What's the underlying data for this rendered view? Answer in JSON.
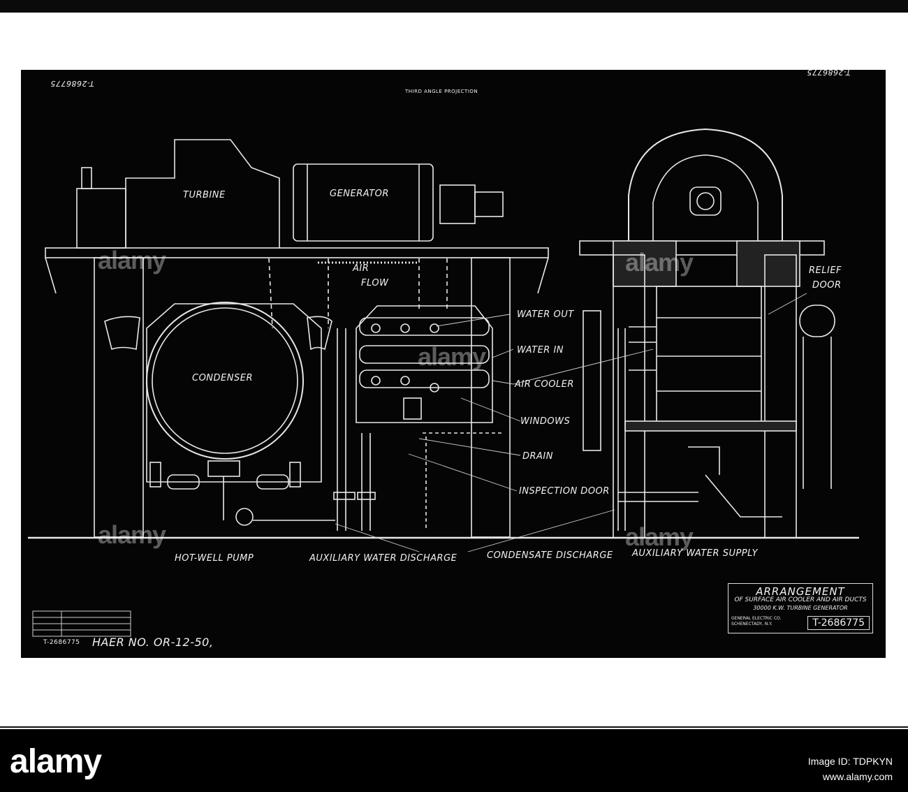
{
  "drawing": {
    "projection_note": "THIRD ANGLE PROJECTION",
    "corner_number_left": "T-2686775",
    "corner_number_right": "T-2686775",
    "bottom_ref": "T-2686775",
    "haer_no": "HAER NO. OR-12-50,",
    "labels": {
      "turbine": "TURBINE",
      "generator": "GENERATOR",
      "air_flow_1": "AIR",
      "air_flow_2": "FLOW",
      "condenser": "CONDENSER",
      "water_out": "WATER OUT",
      "water_in": "WATER IN",
      "air_cooler": "AIR COOLER",
      "windows": "WINDOWS",
      "drain": "DRAIN",
      "inspection_door": "INSPECTION DOOR",
      "relief_1": "RELIEF",
      "relief_2": "DOOR",
      "hot_well_pump": "HOT-WELL PUMP",
      "aux_water_discharge": "AUXILIARY WATER DISCHARGE",
      "condensate_discharge": "CONDENSATE DISCHARGE",
      "aux_water_supply": "AUXILIARY WATER SUPPLY"
    },
    "title_block": {
      "title": "ARRANGEMENT",
      "subtitle": "OF SURFACE AIR COOLER AND AIR DUCTS",
      "line2": "30000 K.W. TURBINE GENERATOR",
      "company": "GENERAL ELECTRIC CO.",
      "city": "SCHENECTADY, N.Y.",
      "number": "T-2686775"
    }
  },
  "watermark": {
    "text": "alamy"
  },
  "footer": {
    "logo": "alamy",
    "image_id": "Image ID: TDPKYN",
    "url": "www.alamy.com"
  },
  "colors": {
    "line": "#f2f2f2",
    "background": "#050505"
  }
}
